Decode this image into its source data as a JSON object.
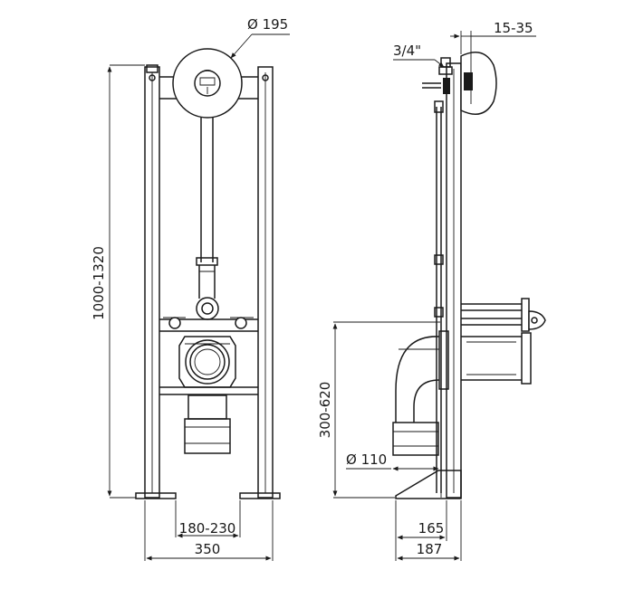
{
  "dimensions": {
    "front_height": "1000-1320",
    "flush_plate_diameter": "Ø 195",
    "leg_spacing": "180-230",
    "frame_width": "350",
    "side_supply": "3/4\"",
    "side_wall_adjust": "15-35",
    "side_outlet_height": "300-620",
    "side_outlet_diameter": "Ø 110",
    "side_depth_165": "165",
    "side_depth_187": "187"
  },
  "colors": {
    "line": "#1a1a1a",
    "background": "#ffffff"
  }
}
